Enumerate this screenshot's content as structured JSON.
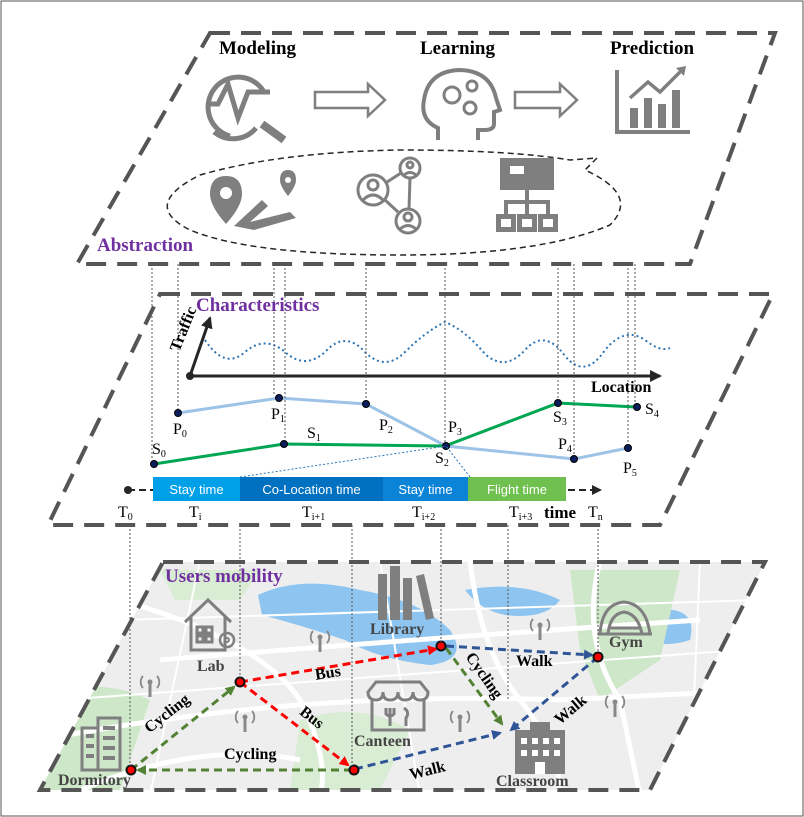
{
  "top_layer": {
    "steps": [
      {
        "label": "Modeling",
        "icon": "magnifier-chart-icon"
      },
      {
        "label": "Learning",
        "icon": "head-gears-icon"
      },
      {
        "label": "Prediction",
        "icon": "bar-chart-icon"
      }
    ],
    "data_icons": [
      "map-route-icon",
      "social-network-icon",
      "hierarchy-icon"
    ],
    "layer_label": "Abstraction"
  },
  "middle_layer": {
    "layer_label": "Characteristics",
    "y_axis_label": "Traffic",
    "x_axis_label": "Location",
    "points_p": [
      "P0",
      "P1",
      "P2",
      "P3",
      "P4",
      "P5"
    ],
    "points_s": [
      "S0",
      "S1",
      "S2",
      "S3",
      "S4"
    ],
    "timeline": {
      "segments": [
        "Stay time",
        "Co-Location time",
        "Stay time",
        "Flight time"
      ],
      "axis_label": "time",
      "ticks": [
        "T0",
        "Ti",
        "Ti+1",
        "Ti+2",
        "Ti+3",
        "Tn"
      ]
    },
    "colors": {
      "p_line": "#9dc3e6",
      "s_line": "#00a651",
      "traffic": "#2e75b6",
      "seg_blue": "#00a0e9",
      "seg_dark": "#0070c0",
      "seg_green": "#70c050"
    }
  },
  "bottom_layer": {
    "layer_label": "Users mobility",
    "places": [
      "Dormitory",
      "Lab",
      "Library",
      "Canteen",
      "Classroom",
      "Gym"
    ],
    "edges": [
      "Cycling",
      "Bus",
      "Bus",
      "Cycling",
      "Cycling",
      "Walk",
      "Walk",
      "Walk"
    ],
    "colors": {
      "cycling": "#548235",
      "bus": "#ff0000",
      "walk": "#2f5597"
    }
  }
}
